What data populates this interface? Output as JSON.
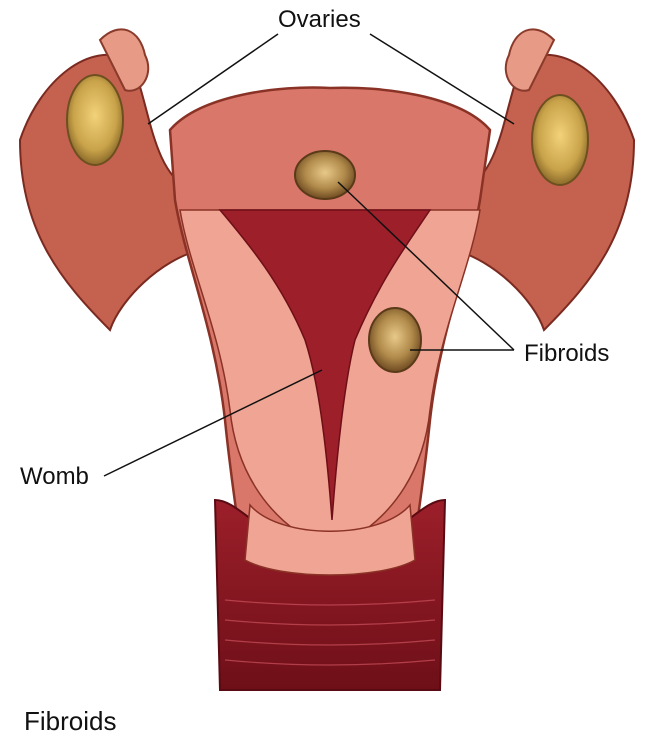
{
  "labels": {
    "ovaries": "Ovaries",
    "fibroids": "Fibroids",
    "womb": "Womb"
  },
  "caption": "Fibroids",
  "colors": {
    "tissue_outer": "#d9786a",
    "tissue_light": "#f0a493",
    "tissue_dark": "#b23a3a",
    "cavity": "#9c1f2a",
    "cervix_canal": "#7a1420",
    "fibroid": "#b08a4a",
    "ovary": "#c9a34a",
    "leader_line": "#111111"
  },
  "icons": [
    "uterus-illustration",
    "fibroid-nodule-icon",
    "ovary-icon"
  ]
}
